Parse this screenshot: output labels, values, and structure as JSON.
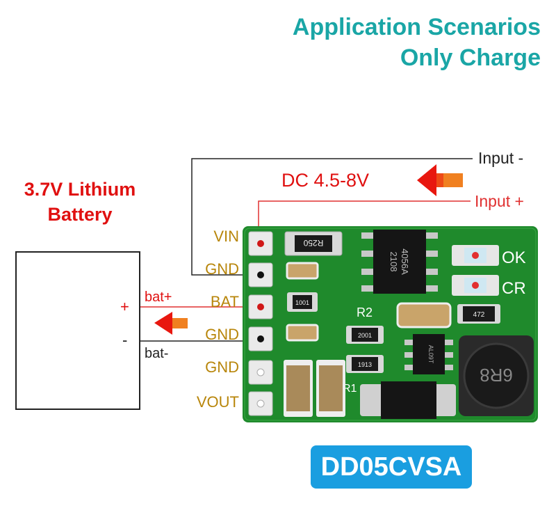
{
  "header": {
    "title_line1": "Application Scenarios",
    "title_line2": "Only Charge"
  },
  "battery": {
    "label_line1": "3.7V Lithium",
    "label_line2": "Battery",
    "plus_sign": "+",
    "minus_sign": "-"
  },
  "wires": {
    "bat_plus": "bat+",
    "bat_minus": "bat-",
    "input_minus": "Input -",
    "input_plus": "Input +",
    "dc_range": "DC 4.5-8V"
  },
  "pins": [
    "VIN",
    "GND",
    "BAT",
    "GND",
    "GND",
    "VOUT"
  ],
  "board": {
    "resistor_r250": "R250",
    "ic_marking_1": "4056A",
    "ic_marking_2": "2108",
    "label_r2": "R2",
    "label_r1": "R1",
    "res_1001": "1001",
    "res_2001": "2001",
    "res_1913": "1913",
    "res_472": "472",
    "ic2_marking": "AL09T",
    "inductor": "6R8",
    "led_ok": "OK",
    "led_cr": "CR"
  },
  "model": "DD05CVSA",
  "colors": {
    "title": "#1aa6a6",
    "battery_label": "#e01010",
    "input_plus_wire": "#e03030",
    "pin_label": "#b8860b",
    "pcb_green": "#1f8a2c",
    "badge": "#1a9ee0",
    "arrow_red": "#e8170f",
    "arrow_orange": "#f08020"
  }
}
